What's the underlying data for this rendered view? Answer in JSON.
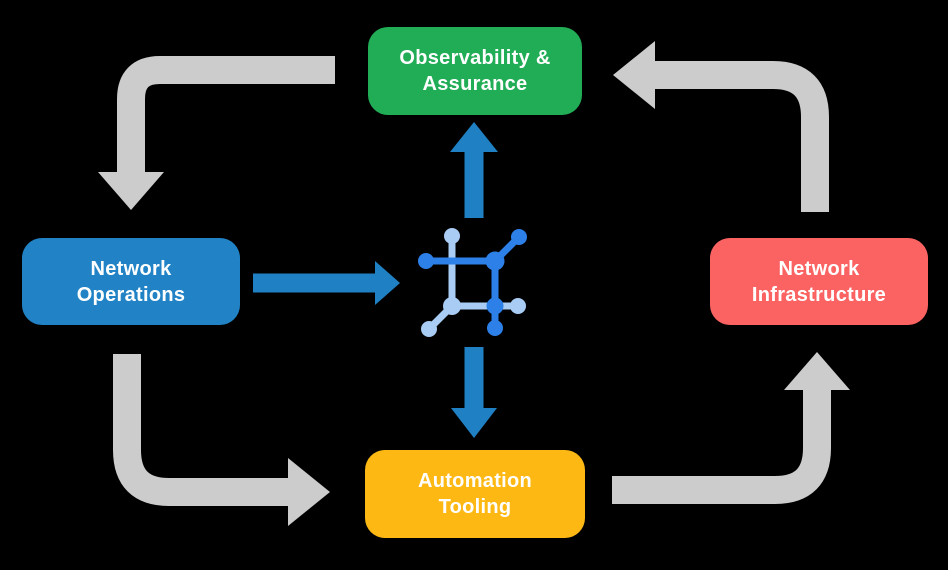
{
  "diagram_title": "Network automation lifecycle diagram",
  "colors": {
    "background": "#000000",
    "node-green": "#21ad56",
    "node-blue": "#2183c5",
    "node-red": "#fb6363",
    "node-yellow": "#fdb813",
    "node-text": "#ffffff",
    "arrow-gray": "#cccccc",
    "arrow-blue": "#1f81c4",
    "icon-blue": "#2e80e9",
    "icon-light-blue": "#a9ccf4"
  },
  "nodes": {
    "observability": {
      "line1": "Observability &",
      "line2": "Assurance"
    },
    "operations": {
      "line1": "Network",
      "line2": "Operations"
    },
    "infrastructure": {
      "line1": "Network",
      "line2": "Infrastructure"
    },
    "automation": {
      "line1": "Automation",
      "line2": "Tooling"
    }
  },
  "center_icon": "network-fabric-icon",
  "flows": {
    "outer_cycle": [
      "observability -> operations",
      "operations -> automation",
      "automation -> infrastructure",
      "infrastructure -> observability"
    ],
    "inner_flows": [
      "operations -> center-icon",
      "center-icon -> observability",
      "center-icon -> automation"
    ]
  }
}
